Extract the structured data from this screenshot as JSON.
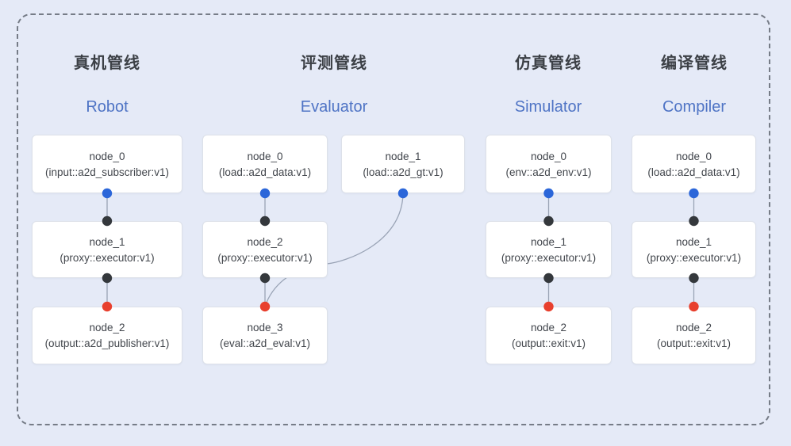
{
  "diagram": {
    "background_color": "#e5eaf7",
    "container_border_color": "#767c87",
    "colors": {
      "source_port": "#2b66d9",
      "executor_port": "#34383c",
      "sink_port": "#e8402e",
      "edge": "#9aa4b6",
      "zh_title": "#3c4046",
      "en_title": "#4f74c5",
      "node_bg": "#ffffff",
      "node_border": "#dde1e9",
      "node_text": "#3f434a"
    },
    "pipelines": [
      {
        "zh": "真机管线",
        "en": "Robot",
        "nodes": [
          {
            "name": "node_0",
            "type": "(input::a2d_subscriber:v1)"
          },
          {
            "name": "node_1",
            "type": "(proxy::executor:v1)"
          },
          {
            "name": "node_2",
            "type": "(output::a2d_publisher:v1)"
          }
        ],
        "connections": [
          "node_0->node_1",
          "node_1->node_2"
        ]
      },
      {
        "zh": "评测管线",
        "en": "Evaluator",
        "nodes": [
          {
            "name": "node_0",
            "type": "(load::a2d_data:v1)"
          },
          {
            "name": "node_1",
            "type": "(load::a2d_gt:v1)"
          },
          {
            "name": "node_2",
            "type": "(proxy::executor:v1)"
          },
          {
            "name": "node_3",
            "type": "(eval::a2d_eval:v1)"
          }
        ],
        "connections": [
          "node_0->node_2",
          "node_2->node_3",
          "node_1->node_3"
        ]
      },
      {
        "zh": "仿真管线",
        "en": "Simulator",
        "nodes": [
          {
            "name": "node_0",
            "type": "(env::a2d_env:v1)"
          },
          {
            "name": "node_1",
            "type": "(proxy::executor:v1)"
          },
          {
            "name": "node_2",
            "type": "(output::exit:v1)"
          }
        ],
        "connections": [
          "node_0->node_1",
          "node_1->node_2"
        ]
      },
      {
        "zh": "编译管线",
        "en": "Compiler",
        "nodes": [
          {
            "name": "node_0",
            "type": "(load::a2d_data:v1)"
          },
          {
            "name": "node_1",
            "type": "(proxy::executor:v1)"
          },
          {
            "name": "node_2",
            "type": "(output::exit:v1)"
          }
        ],
        "connections": [
          "node_0->node_1",
          "node_1->node_2"
        ]
      }
    ]
  }
}
